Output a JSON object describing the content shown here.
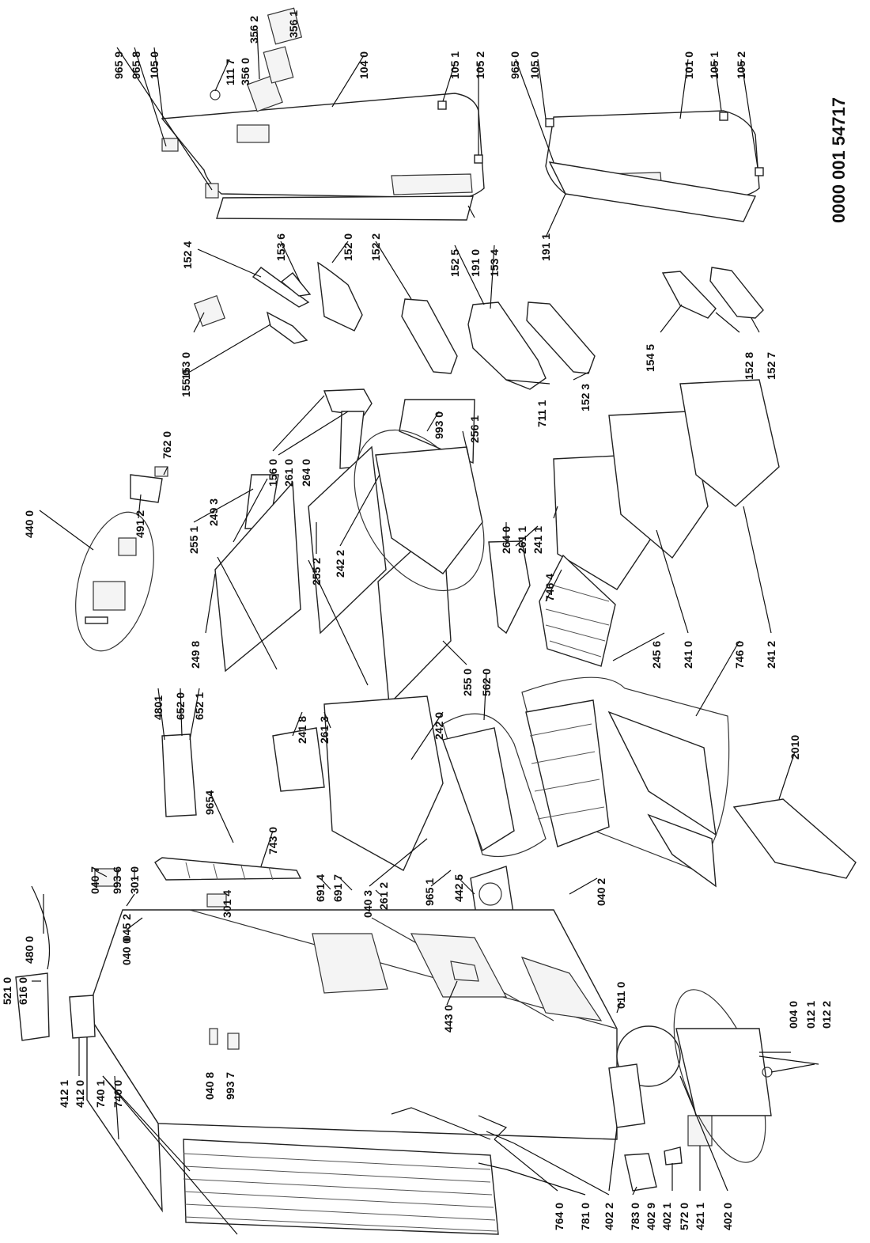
{
  "diagram": {
    "code": "0000 001 54717",
    "labels": [
      {
        "id": "l9659",
        "text": "965 9"
      },
      {
        "id": "l9658",
        "text": "965 8"
      },
      {
        "id": "l1050a",
        "text": "105 0"
      },
      {
        "id": "l1117",
        "text": "111 7"
      },
      {
        "id": "l3560",
        "text": "356 0"
      },
      {
        "id": "l3562",
        "text": "356 2"
      },
      {
        "id": "l3561",
        "text": "356 1"
      },
      {
        "id": "l1040",
        "text": "104 0"
      },
      {
        "id": "l1051a",
        "text": "105 1"
      },
      {
        "id": "l1052a",
        "text": "105 2"
      },
      {
        "id": "l9650",
        "text": "965 0"
      },
      {
        "id": "l1050b",
        "text": "105 0"
      },
      {
        "id": "l1010",
        "text": "101 0"
      },
      {
        "id": "l1051b",
        "text": "105 1"
      },
      {
        "id": "l1052b",
        "text": "105 2"
      },
      {
        "id": "l1524",
        "text": "152 4"
      },
      {
        "id": "l1536",
        "text": "153 6"
      },
      {
        "id": "l1520",
        "text": "152 0"
      },
      {
        "id": "l1522",
        "text": "152 2"
      },
      {
        "id": "l1525",
        "text": "152 5"
      },
      {
        "id": "l1910",
        "text": "191 0"
      },
      {
        "id": "l1534",
        "text": "153 4"
      },
      {
        "id": "l1911",
        "text": "191 1"
      },
      {
        "id": "l1550",
        "text": "155 0"
      },
      {
        "id": "l1530",
        "text": "153 0"
      },
      {
        "id": "l7111",
        "text": "711 1"
      },
      {
        "id": "l1523",
        "text": "152 3"
      },
      {
        "id": "l1545",
        "text": "154 5"
      },
      {
        "id": "l1528",
        "text": "152 8"
      },
      {
        "id": "l1527",
        "text": "152 7"
      },
      {
        "id": "l7620",
        "text": "762 0"
      },
      {
        "id": "l1560",
        "text": "156 0"
      },
      {
        "id": "l2610",
        "text": "261 0"
      },
      {
        "id": "l2640a",
        "text": "264 0"
      },
      {
        "id": "l9930",
        "text": "993 0"
      },
      {
        "id": "l2561",
        "text": "256 1"
      },
      {
        "id": "l4400",
        "text": "440 0"
      },
      {
        "id": "l4912",
        "text": "491 2"
      },
      {
        "id": "l2493",
        "text": "249 3"
      },
      {
        "id": "l2551",
        "text": "255 1"
      },
      {
        "id": "l2552",
        "text": "255 2"
      },
      {
        "id": "l2422",
        "text": "242 2"
      },
      {
        "id": "l2640b",
        "text": "264 0"
      },
      {
        "id": "l2611",
        "text": "261 1"
      },
      {
        "id": "l2411",
        "text": "241 1"
      },
      {
        "id": "l7464",
        "text": "746 4"
      },
      {
        "id": "l2498",
        "text": "249 8"
      },
      {
        "id": "l2456",
        "text": "245 6"
      },
      {
        "id": "l2410",
        "text": "241 0"
      },
      {
        "id": "l2412",
        "text": "241 2"
      },
      {
        "id": "l4801",
        "text": "4801"
      },
      {
        "id": "l6520",
        "text": "652 0"
      },
      {
        "id": "l6521",
        "text": "652 1"
      },
      {
        "id": "l2418",
        "text": "241 8"
      },
      {
        "id": "l2613",
        "text": "261 3"
      },
      {
        "id": "l2420",
        "text": "242 0"
      },
      {
        "id": "l2550",
        "text": "255 0"
      },
      {
        "id": "l5620",
        "text": "562 0"
      },
      {
        "id": "l7460",
        "text": "746 0"
      },
      {
        "id": "l2010",
        "text": "2010"
      },
      {
        "id": "l9654",
        "text": "9654"
      },
      {
        "id": "l7430",
        "text": "743 0"
      },
      {
        "id": "l0407",
        "text": "040 7"
      },
      {
        "id": "l9936",
        "text": "993 6"
      },
      {
        "id": "l3010",
        "text": "301 0"
      },
      {
        "id": "l6914",
        "text": "691 4"
      },
      {
        "id": "l6917",
        "text": "691 7"
      },
      {
        "id": "l3014",
        "text": "301 4"
      },
      {
        "id": "l0403",
        "text": "040 3"
      },
      {
        "id": "l4425",
        "text": "442 5"
      },
      {
        "id": "l9651",
        "text": "965 1"
      },
      {
        "id": "l2612",
        "text": "261 2"
      },
      {
        "id": "l0452",
        "text": "045 2"
      },
      {
        "id": "l0400",
        "text": "040 0"
      },
      {
        "id": "l4430",
        "text": "443 0"
      },
      {
        "id": "l0402",
        "text": "040 2"
      },
      {
        "id": "l0110",
        "text": "011 0"
      },
      {
        "id": "l4800",
        "text": "480 0"
      },
      {
        "id": "l5210",
        "text": "521 0"
      },
      {
        "id": "l6160",
        "text": "616 0"
      },
      {
        "id": "l4121",
        "text": "412 1"
      },
      {
        "id": "l4120",
        "text": "412 0"
      },
      {
        "id": "l0408",
        "text": "040 8"
      },
      {
        "id": "l9937",
        "text": "993 7"
      },
      {
        "id": "l7401",
        "text": "740 1"
      },
      {
        "id": "l7400",
        "text": "740 0"
      },
      {
        "id": "l0040",
        "text": "004 0"
      },
      {
        "id": "l0121",
        "text": "012 1"
      },
      {
        "id": "l0122",
        "text": "012 2"
      },
      {
        "id": "l7640",
        "text": "764 0"
      },
      {
        "id": "l7810",
        "text": "781 0"
      },
      {
        "id": "l4022",
        "text": "402 2"
      },
      {
        "id": "l7830",
        "text": "783 0"
      },
      {
        "id": "l4029",
        "text": "402 9"
      },
      {
        "id": "l4021",
        "text": "402 1"
      },
      {
        "id": "l5720",
        "text": "572 0"
      },
      {
        "id": "l4211",
        "text": "421 1"
      },
      {
        "id": "l4020",
        "text": "402 0"
      }
    ]
  }
}
